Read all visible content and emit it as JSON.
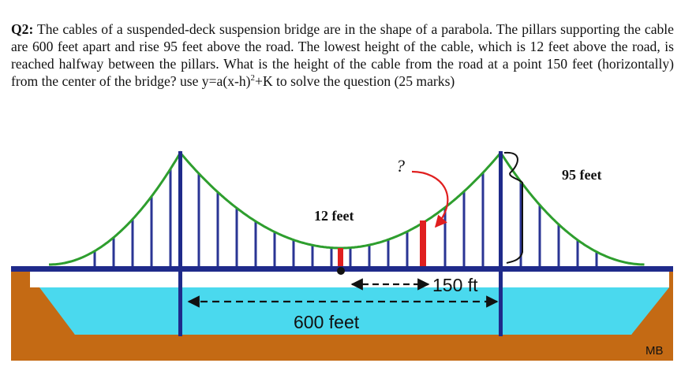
{
  "question": {
    "label": "Q2:",
    "text_before_sup": " The cables of a suspended-deck suspension bridge are in the shape of a parabola. The pillars supporting the cable are 600 feet apart and rise 95 feet above the road. The lowest height of the cable, which is 12 feet above the road, is reached halfway between the pillars. What is the height of the cable from the road at a point 150 feet (horizontally) from the center of the bridge? use y=a(x-h)",
    "superscript": "2",
    "text_after_sup": "+K  to solve the question (25 marks)"
  },
  "diagram": {
    "label_question_mark": "?",
    "label_pillar_height": "95 feet",
    "label_lowest_height": "12 feet",
    "label_horizontal_distance": "150 ft",
    "label_span": "600 feet",
    "label_signature": "MB",
    "colors": {
      "cable": "#2e9e2e",
      "tower": "#1f2a8a",
      "hanger": "#2a3594",
      "deck": "#1f2a8a",
      "water": "#4ad9ee",
      "ground": "#c46a14",
      "highlight": "#e01f1f",
      "arrow_dash": "#111111"
    }
  }
}
